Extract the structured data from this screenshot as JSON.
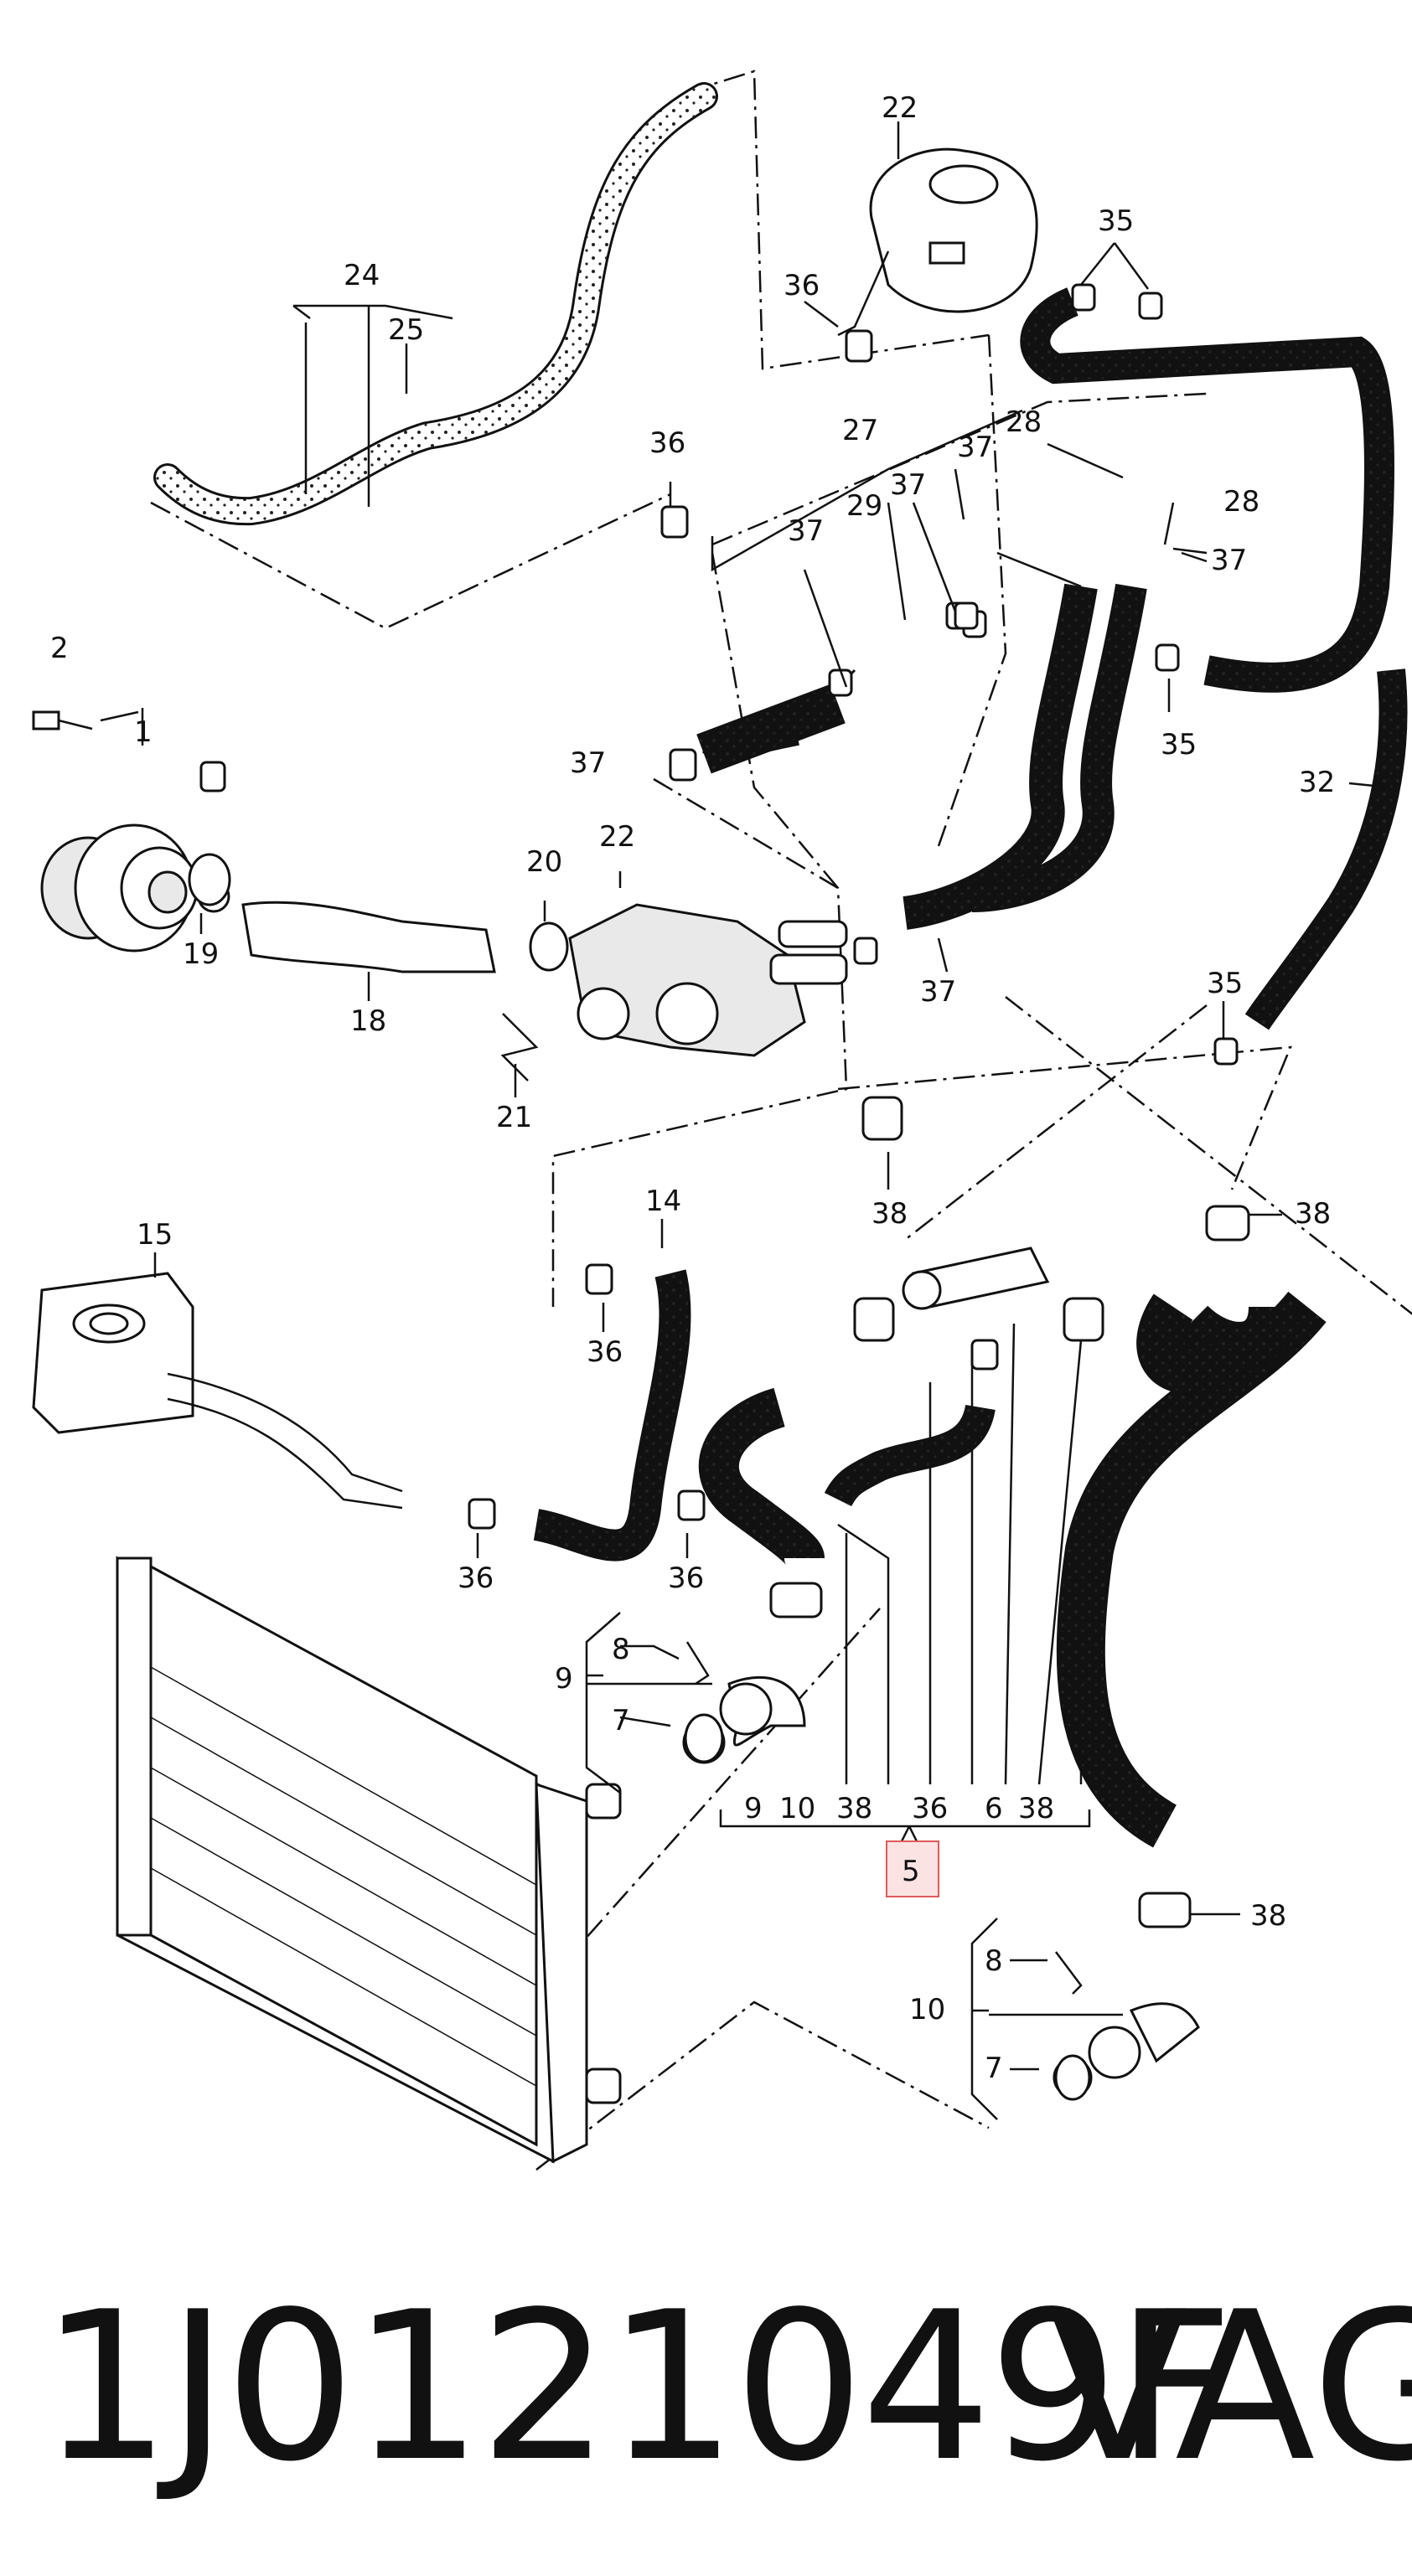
{
  "footer": {
    "part_number": "1J0121049F",
    "brand": "VAG"
  },
  "callouts": {
    "c1": "1",
    "c2": "2",
    "c5": "5",
    "c6": "6",
    "c7a": "7",
    "c7b": "7",
    "c8a": "8",
    "c8b": "8",
    "c9a": "9",
    "c9b": "9",
    "c10a": "10",
    "c10b": "10",
    "c14": "14",
    "c15": "15",
    "c18": "18",
    "c19": "19",
    "c20": "20",
    "c21": "21",
    "c22a": "22",
    "c22b": "22",
    "c24": "24",
    "c25": "25",
    "c27": "27",
    "c28a": "28",
    "c28b": "28",
    "c29": "29",
    "c32": "32",
    "c35a": "35",
    "c35b": "35",
    "c35c": "35",
    "c36a": "36",
    "c36b": "36",
    "c36c": "36",
    "c36d": "36",
    "c36e": "36",
    "c36f": "36",
    "c37a": "37",
    "c37b": "37",
    "c37c": "37",
    "c37d": "37",
    "c37e": "37",
    "c37f": "37",
    "c38a": "38",
    "c38b": "38",
    "c38c": "38",
    "c38d": "38",
    "c38e": "38"
  },
  "highlight_color": "#e05a5a"
}
